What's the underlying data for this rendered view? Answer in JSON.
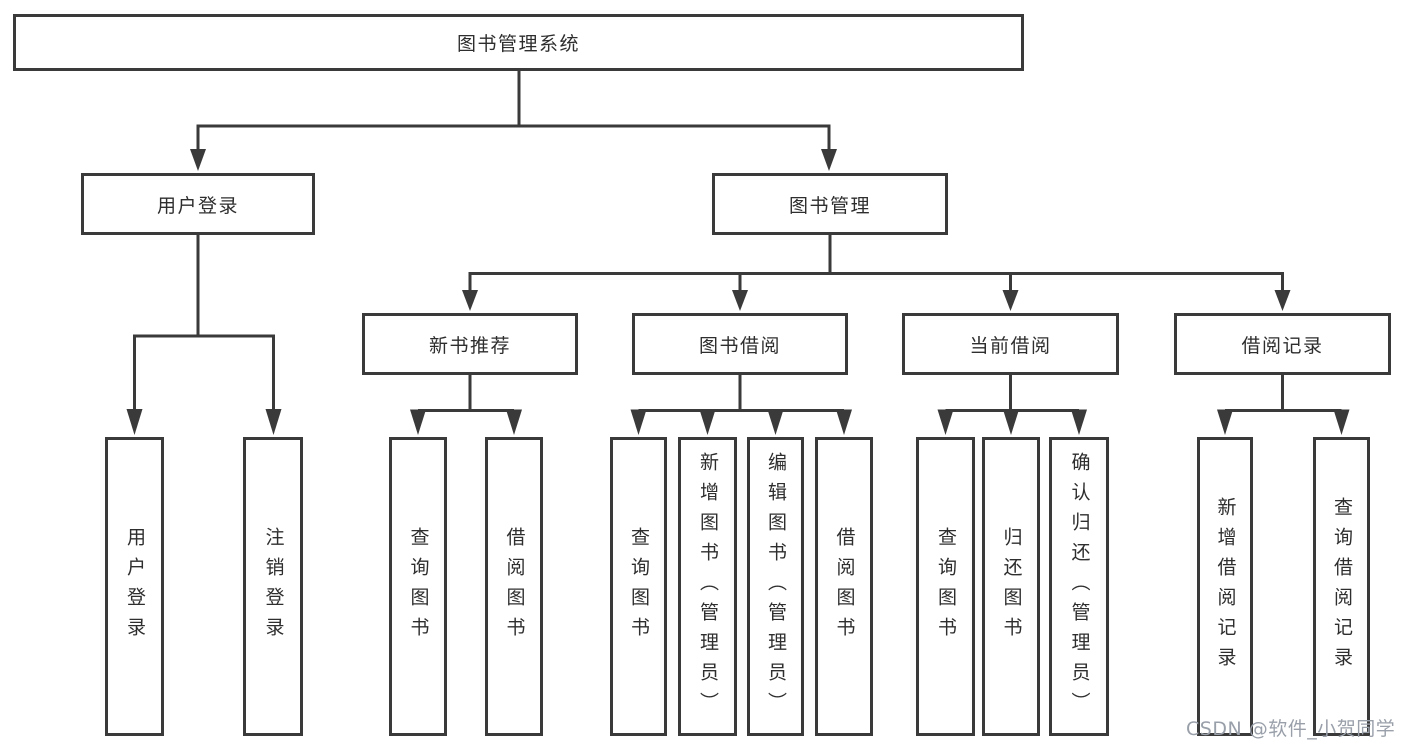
{
  "tree": {
    "root": {
      "label": "图书管理系统"
    },
    "branches": [
      {
        "label": "用户登录",
        "children": [
          {
            "label": "用户登录"
          },
          {
            "label": "注销登录"
          }
        ]
      },
      {
        "label": "图书管理",
        "children": [
          {
            "label": "新书推荐",
            "children": [
              {
                "label": "查询图书"
              },
              {
                "label": "借阅图书"
              }
            ]
          },
          {
            "label": "图书借阅",
            "children": [
              {
                "label": "查询图书"
              },
              {
                "label": "新增图书（管理员）"
              },
              {
                "label": "编辑图书（管理员）"
              },
              {
                "label": "借阅图书"
              }
            ]
          },
          {
            "label": "当前借阅",
            "children": [
              {
                "label": "查询图书"
              },
              {
                "label": "归还图书"
              },
              {
                "label": "确认归还（管理员）"
              }
            ]
          },
          {
            "label": "借阅记录",
            "children": [
              {
                "label": "新增借阅记录"
              },
              {
                "label": "查询借阅记录"
              }
            ]
          }
        ]
      }
    ]
  },
  "watermark": {
    "text": "CSDN @软件_小贺同学"
  },
  "colors": {
    "line": "#3a3a3a",
    "box_border": "#3a3a3a",
    "box_fill": "#ffffff",
    "text": "#2e2e2e",
    "watermark": "#9aa0aa"
  }
}
